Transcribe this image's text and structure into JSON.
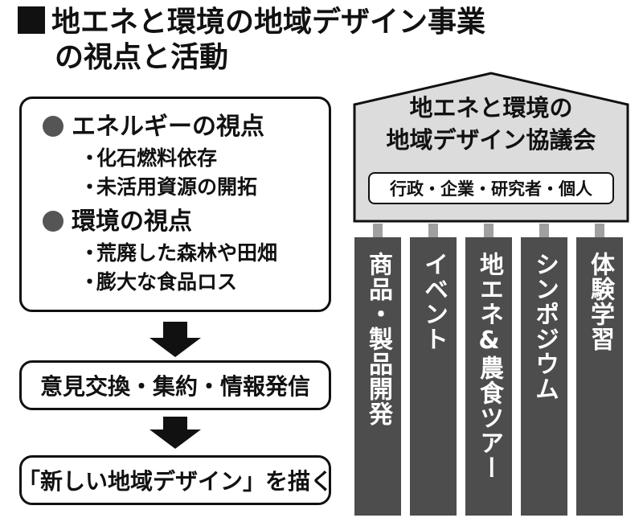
{
  "title": {
    "line1": "地エネと環境の地域デザイン事業",
    "line2": "の視点と活動"
  },
  "viewpoints": [
    {
      "heading": "エネルギーの視点",
      "items": [
        "化石燃料依存",
        "未活用資源の開拓"
      ]
    },
    {
      "heading": "環境の視点",
      "items": [
        "荒廃した森林や田畑",
        "膨大な食品ロス"
      ]
    }
  ],
  "steps": {
    "exchange": "意見交換・集約・情報発信",
    "design": "「新しい地域デザイン」を描く"
  },
  "council": {
    "line1": "地エネと環境の",
    "line2": "地域デザイン協議会",
    "members": "行政・企業・研究者・個人"
  },
  "pillars": [
    "商品・製品開発",
    "イベント",
    "地エネ&農食ツアー",
    "シンポジウム",
    "体験学習"
  ],
  "colors": {
    "pillar": "#4d4d4d",
    "house": "#dcdcdc",
    "bullet": "#555555",
    "connector": "#a0a0a0"
  }
}
